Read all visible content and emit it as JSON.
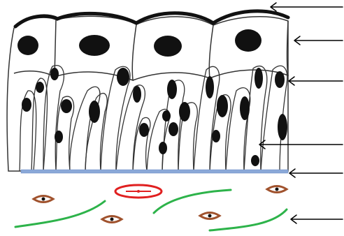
{
  "diagram": {
    "kind": "histology-schematic",
    "labels": [],
    "annotation_arrows": [
      {
        "points_to": "surface-coat"
      },
      {
        "points_to": "umbrella-cell"
      },
      {
        "points_to": "intermediate-cell"
      },
      {
        "points_to": "basal-cell"
      },
      {
        "points_to": "basement-membrane"
      },
      {
        "points_to": "lamina-propria"
      }
    ],
    "colors": {
      "outline": "#333333",
      "nucleus": "#111111",
      "surface_coat": "#111111",
      "basement_membrane": "#8aa8d8",
      "fibre": "#2db34a",
      "capillary": "#e02020",
      "fibroblast": "#a0522d",
      "arrow": "#000000"
    }
  }
}
